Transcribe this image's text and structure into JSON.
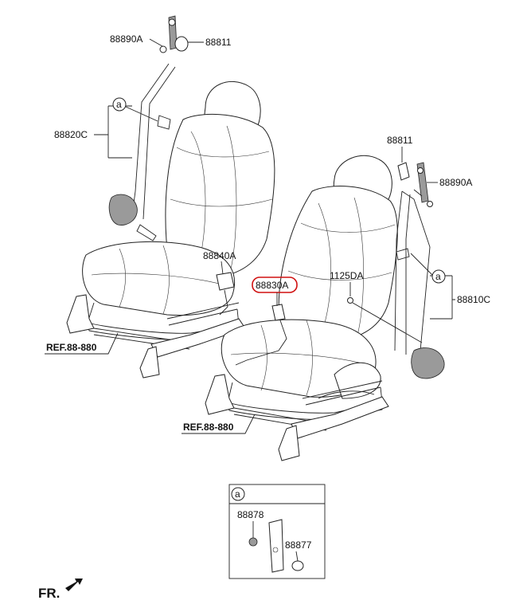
{
  "labels": {
    "upper_anchor_left": "88890A",
    "cover_left": "88811",
    "belt_left": "88820C",
    "buckle_left": "88840A",
    "buckle_right": "88830A",
    "bolt": "1125DA",
    "cover_right": "88811",
    "upper_anchor_right": "88890A",
    "belt_right": "88810C",
    "ref_left": "REF.88-880",
    "ref_right": "REF.88-880",
    "callout_letter": "a",
    "detail_part_1": "88878",
    "detail_part_2": "88877",
    "front_marker": "FR."
  },
  "highlight": {
    "color": "#d01010",
    "part": "88830A"
  }
}
